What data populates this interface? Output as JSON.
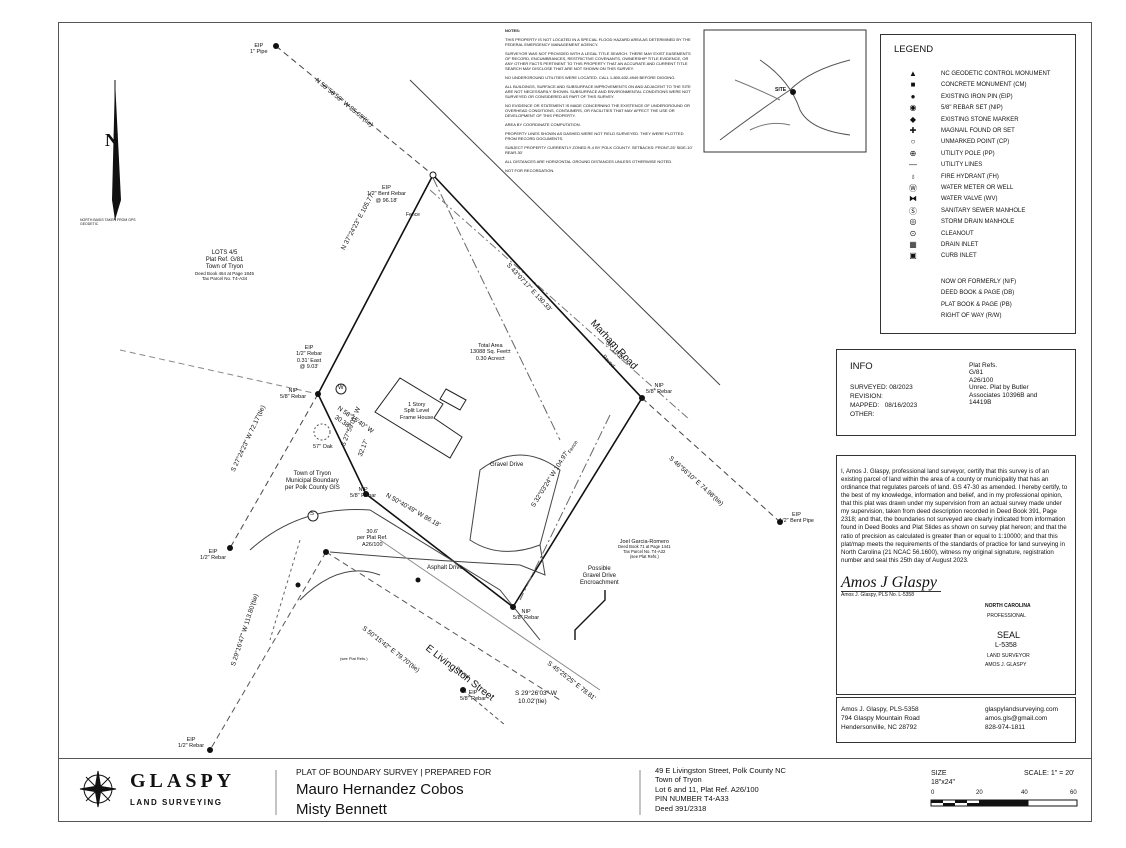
{
  "notes": {
    "heading": "NOTES:",
    "items": [
      "THIS PROPERTY IS NOT LOCATED IN A SPECIAL FLOOD HAZARD AREA AS DETERMINED BY THE FEDERAL EMERGENCY MANAGEMENT AGENCY.",
      "SURVEYOR WAS NOT PROVIDED WITH A LEGAL TITLE SEARCH. THERE MAY EXIST EASEMENTS OF RECORD, ENCUMBRANCES, RESTRICTIVE COVENANTS, OWNERSHIP TITLE EVIDENCE, OR ANY OTHER FACTS PERTINENT TO THIS PROPERTY THAT AN ACCURATE AND CURRENT TITLE SEARCH MAY DISCLOSE THAT ARE NOT SHOWN ON THIS SURVEY.",
      "NO UNDERGROUND UTILITIES WERE LOCATED. CALL 1-800-632-4949 BEFORE DIGGING.",
      "ALL BUILDINGS, SURFACE AND SUBSURFACE IMPROVEMENTS ON AND ADJACENT TO THE SITE ARE NOT NECESSARILY SHOWN. SUBSURFACE AND ENVIRONMENTAL CONDITIONS WERE NOT SURVEYED OR CONSIDERED AS PART OF THIS SURVEY.",
      "NO EVIDENCE OR STATEMENT IS MADE CONCERNING THE EXISTENCE OF UNDERGROUND OR OVERHEAD CONDITIONS, CONTAINERS, OR FACILITIES THAT MAY AFFECT THE USE OR DEVELOPMENT OF THIS PROPERTY.",
      "AREA BY COORDINATE COMPUTATION.",
      "PROPERTY LINES SHOWN AS DASHED WERE NOT FIELD SURVEYED. THEY WERE PLOTTED FROM RECORD DOCUMENTS.",
      "SUBJECT PROPERTY CURRENTLY ZONED R-4 BY POLK COUNTY. SETBACKS: FRONT-25' SIDE-10' REAR-30'",
      "ALL DISTANCES ARE HORIZONTAL GROUND DISTANCES UNLESS OTHERWISE NOTED.",
      "NOT FOR RECORDATION."
    ]
  },
  "north_arrow": {
    "letter": "N",
    "caption": "NORTH BASIS TAKEN FROM GPS GEODETIC"
  },
  "vicinity": {
    "site_label": "SITE"
  },
  "legend": {
    "title": "LEGEND",
    "items": [
      {
        "icon": "triangle-monument-icon",
        "label": "NC GEODETIC CONTROL MONUMENT"
      },
      {
        "icon": "square-monument-icon",
        "label": "CONCRETE MONUMENT (CM)"
      },
      {
        "icon": "dot-icon",
        "label": "EXISTING IRON PIN (EIP)"
      },
      {
        "icon": "rebar-icon",
        "label": "5/8\" REBAR SET (NIP)"
      },
      {
        "icon": "diamond-icon",
        "label": "EXISTING STONE MARKER"
      },
      {
        "icon": "magnail-icon",
        "label": "MAGNAIL FOUND OR SET"
      },
      {
        "icon": "open-circle-icon",
        "label": "UNMARKED POINT (CP)"
      },
      {
        "icon": "utility-pole-icon",
        "label": "UTILITY POLE (PP)"
      },
      {
        "icon": "utility-line-icon",
        "label": "UTILITY LINES"
      },
      {
        "icon": "fire-hydrant-icon",
        "label": "FIRE HYDRANT (FH)"
      },
      {
        "icon": "water-meter-icon",
        "label": "WATER METER OR WELL"
      },
      {
        "icon": "water-valve-icon",
        "label": "WATER VALVE (WV)"
      },
      {
        "icon": "sewer-manhole-icon",
        "label": "SANITARY SEWER MANHOLE"
      },
      {
        "icon": "storm-manhole-icon",
        "label": "STORM DRAIN MANHOLE"
      },
      {
        "icon": "cleanout-icon",
        "label": "CLEANOUT"
      },
      {
        "icon": "drain-inlet-icon",
        "label": "DRAIN INLET"
      },
      {
        "icon": "curb-inlet-icon",
        "label": "CURB INLET"
      }
    ],
    "abbreviations": [
      "NOW OR FORMERLY (N/F)",
      "DEED BOOK & PAGE (DB)",
      "PLAT BOOK & PAGE (PB)",
      "RIGHT OF WAY (R/W)"
    ]
  },
  "info": {
    "title": "INFO",
    "surveyed_label": "SURVEYED:",
    "surveyed": "08/2023",
    "revision_label": "REVISION:",
    "mapped_label": "MAPPED:",
    "mapped": "08/16/2023",
    "other_label": "OTHER:",
    "plat_refs": [
      "Plat Refs.",
      "G/81",
      "A26/100",
      "Unrec. Plat by Butler",
      "Associates 10396B and",
      "14419B"
    ]
  },
  "certification": {
    "text": "I, Amos J. Glaspy, professional land surveyor, certify that this survey is of an existing parcel of land within the area of a county or municipality that has an ordinance that regulates parcels of land. GS 47-30 as amended. I hereby certify, to the best of my knowledge, information and belief, and in my professional opinion, that this plat was drawn under my supervision from an actual survey made under my supervision, taken from deed description recorded in Deed Book 391, Page 2318; and that, the boundaries not surveyed are clearly indicated from information found in Deed Books and Plat Slides as shown on survey plat hereon; and that the ratio of precision as calculated is greater than or equal to 1:10000; and that this plat/map meets the requirements of the standards of practice for land surveying in North Carolina (21 NCAC 56.1600), witness my original signature, registration number and seal this 25th day of August 2023.",
    "signature": "Amos J Glaspy",
    "signer_line": "Amos J. Glaspy, PLS No. L-5358"
  },
  "seal": {
    "top_text": "NORTH CAROLINA",
    "middle_text": "PROFESSIONAL",
    "seal_word": "SEAL",
    "number": "L-5358",
    "bottom_text": "LAND SURVEYOR",
    "name_text": "AMOS J. GLASPY"
  },
  "company": {
    "name": "Amos J. Glaspy, PLS-5358",
    "address1": "794 Glaspy Mountain Road",
    "address2": "Hendersonville, NC 28792",
    "website": "glaspylandsurveying.com",
    "email": "amos.gls@gmail.com",
    "phone": "828-974-1811"
  },
  "title_block": {
    "logo_main": "GLASPY",
    "logo_sub": "LAND SURVEYING",
    "plat_line": "PLAT OF BOUNDARY SURVEY | PREPARED FOR",
    "client1": "Mauro Hernandez Cobos",
    "client2": "Misty Bennett",
    "address": "49 E Livingston Street, Polk County NC",
    "town": "Town of Tryon",
    "lot": "Lot 6 and 11, Plat Ref. A26/100",
    "pin": "PIN NUMBER T4-A33",
    "deed": "Deed 391/2318",
    "size_label": "SIZE",
    "size_value": "18\"x24\"",
    "scale": "SCALE: 1\" = 20'",
    "bar_ticks": [
      "0",
      "20",
      "40",
      "60"
    ]
  },
  "plat": {
    "eip_1_pipe": [
      "EIP",
      "1\" Pipe"
    ],
    "line_top": "N 50°58'53\" W 85.69'(tie)",
    "eip_bent_rebar_top": [
      "EIP",
      "1/2\" Bent Rebar",
      "@ 96.18'"
    ],
    "fence_top": "Fence",
    "line_ne": "S 43°07'17\" E 130.33'",
    "road_name": "Marham Road",
    "road_sr": "SR 1508",
    "road_paved": "Paved",
    "line_nw": "N 37°24'23\" E 105.77'",
    "lots": [
      "LOTS 4/5",
      "Plat Ref. G/81",
      "Town of Tryon",
      "Deed Book 464 at Page 1845",
      "Tax Parcel No. T4-A34"
    ],
    "total_area": [
      "Total Area",
      "13088 Sq. Feet±",
      "0.30 Acres±"
    ],
    "eip_rebar_west": [
      "EIP",
      "1/2\" Rebar",
      "0.31' East",
      "@ 9.03'"
    ],
    "nip_west": [
      "NIP",
      "5/8\" Rebar"
    ],
    "well_marker": "W",
    "house": [
      "1 Story",
      "Split Level",
      "Frame House"
    ],
    "line_house_top": "N 58°15'40\" W",
    "line_house_top_dist": "30.38'",
    "oak": "57\" Oak",
    "line_house_side": "S 27°59'01\" W",
    "line_house_side_dist": "32.17'",
    "gravel_drive": "Gravel Drive",
    "fence_east": "Fence",
    "nip_east": [
      "NIP",
      "5/8\" Rebar"
    ],
    "line_east": "S 32°03'24\" W 104.97'",
    "line_se_tie": "S 46°56'10\" E 74.98'(tie)",
    "eip_bent_pipe": [
      "EIP",
      "1/2\" Bent Pipe"
    ],
    "line_west_tie": "S 27°24'23\" W 72.17'(tie)",
    "town_tryon": [
      "Town of Tryon",
      "Municipal Boundary",
      "per Polk County GIS"
    ],
    "nip_center": [
      "NIP",
      "5/8\" Rebar"
    ],
    "line_center": "N 50°40'49\" W 86.18'",
    "row_ref": [
      "30.6'",
      "per Plat Ref.",
      "A26/100"
    ],
    "sewer_marker": "S",
    "neighbor": [
      "Joel Garcia-Romero",
      "Deed Book 71 at Page 1441",
      "Tax Parcel No. T4-A32",
      "(see Plat Refs.)"
    ],
    "asphalt": "Asphalt Drive",
    "encroach": [
      "Possible",
      "Gravel Drive",
      "Encroachment"
    ],
    "nip_south": [
      "NIP",
      "5/8\" Rebar"
    ],
    "eip_rebar_sw": [
      "EIP",
      "1/2\" Rebar"
    ],
    "line_street_top": "S 50°15'42\" E 79.70'(tie)",
    "street_name": "E Livingston Street",
    "street_paved": "Paved",
    "line_south": "S 45°25'25\" E 78.81'",
    "line_sw_long": "S 29°16'47\" W 113.80'(tie)",
    "see_plat": "(see Plat Refs.)",
    "eip_rebar_bottom": [
      "EIP",
      "5/8\" Rebar"
    ],
    "line_tie_bottom": "S 29°26'03\" W",
    "line_tie_bottom_dist": "10.02'(tie)",
    "eip_rebar_lowest": [
      "EIP",
      "1/2\" Rebar"
    ]
  }
}
